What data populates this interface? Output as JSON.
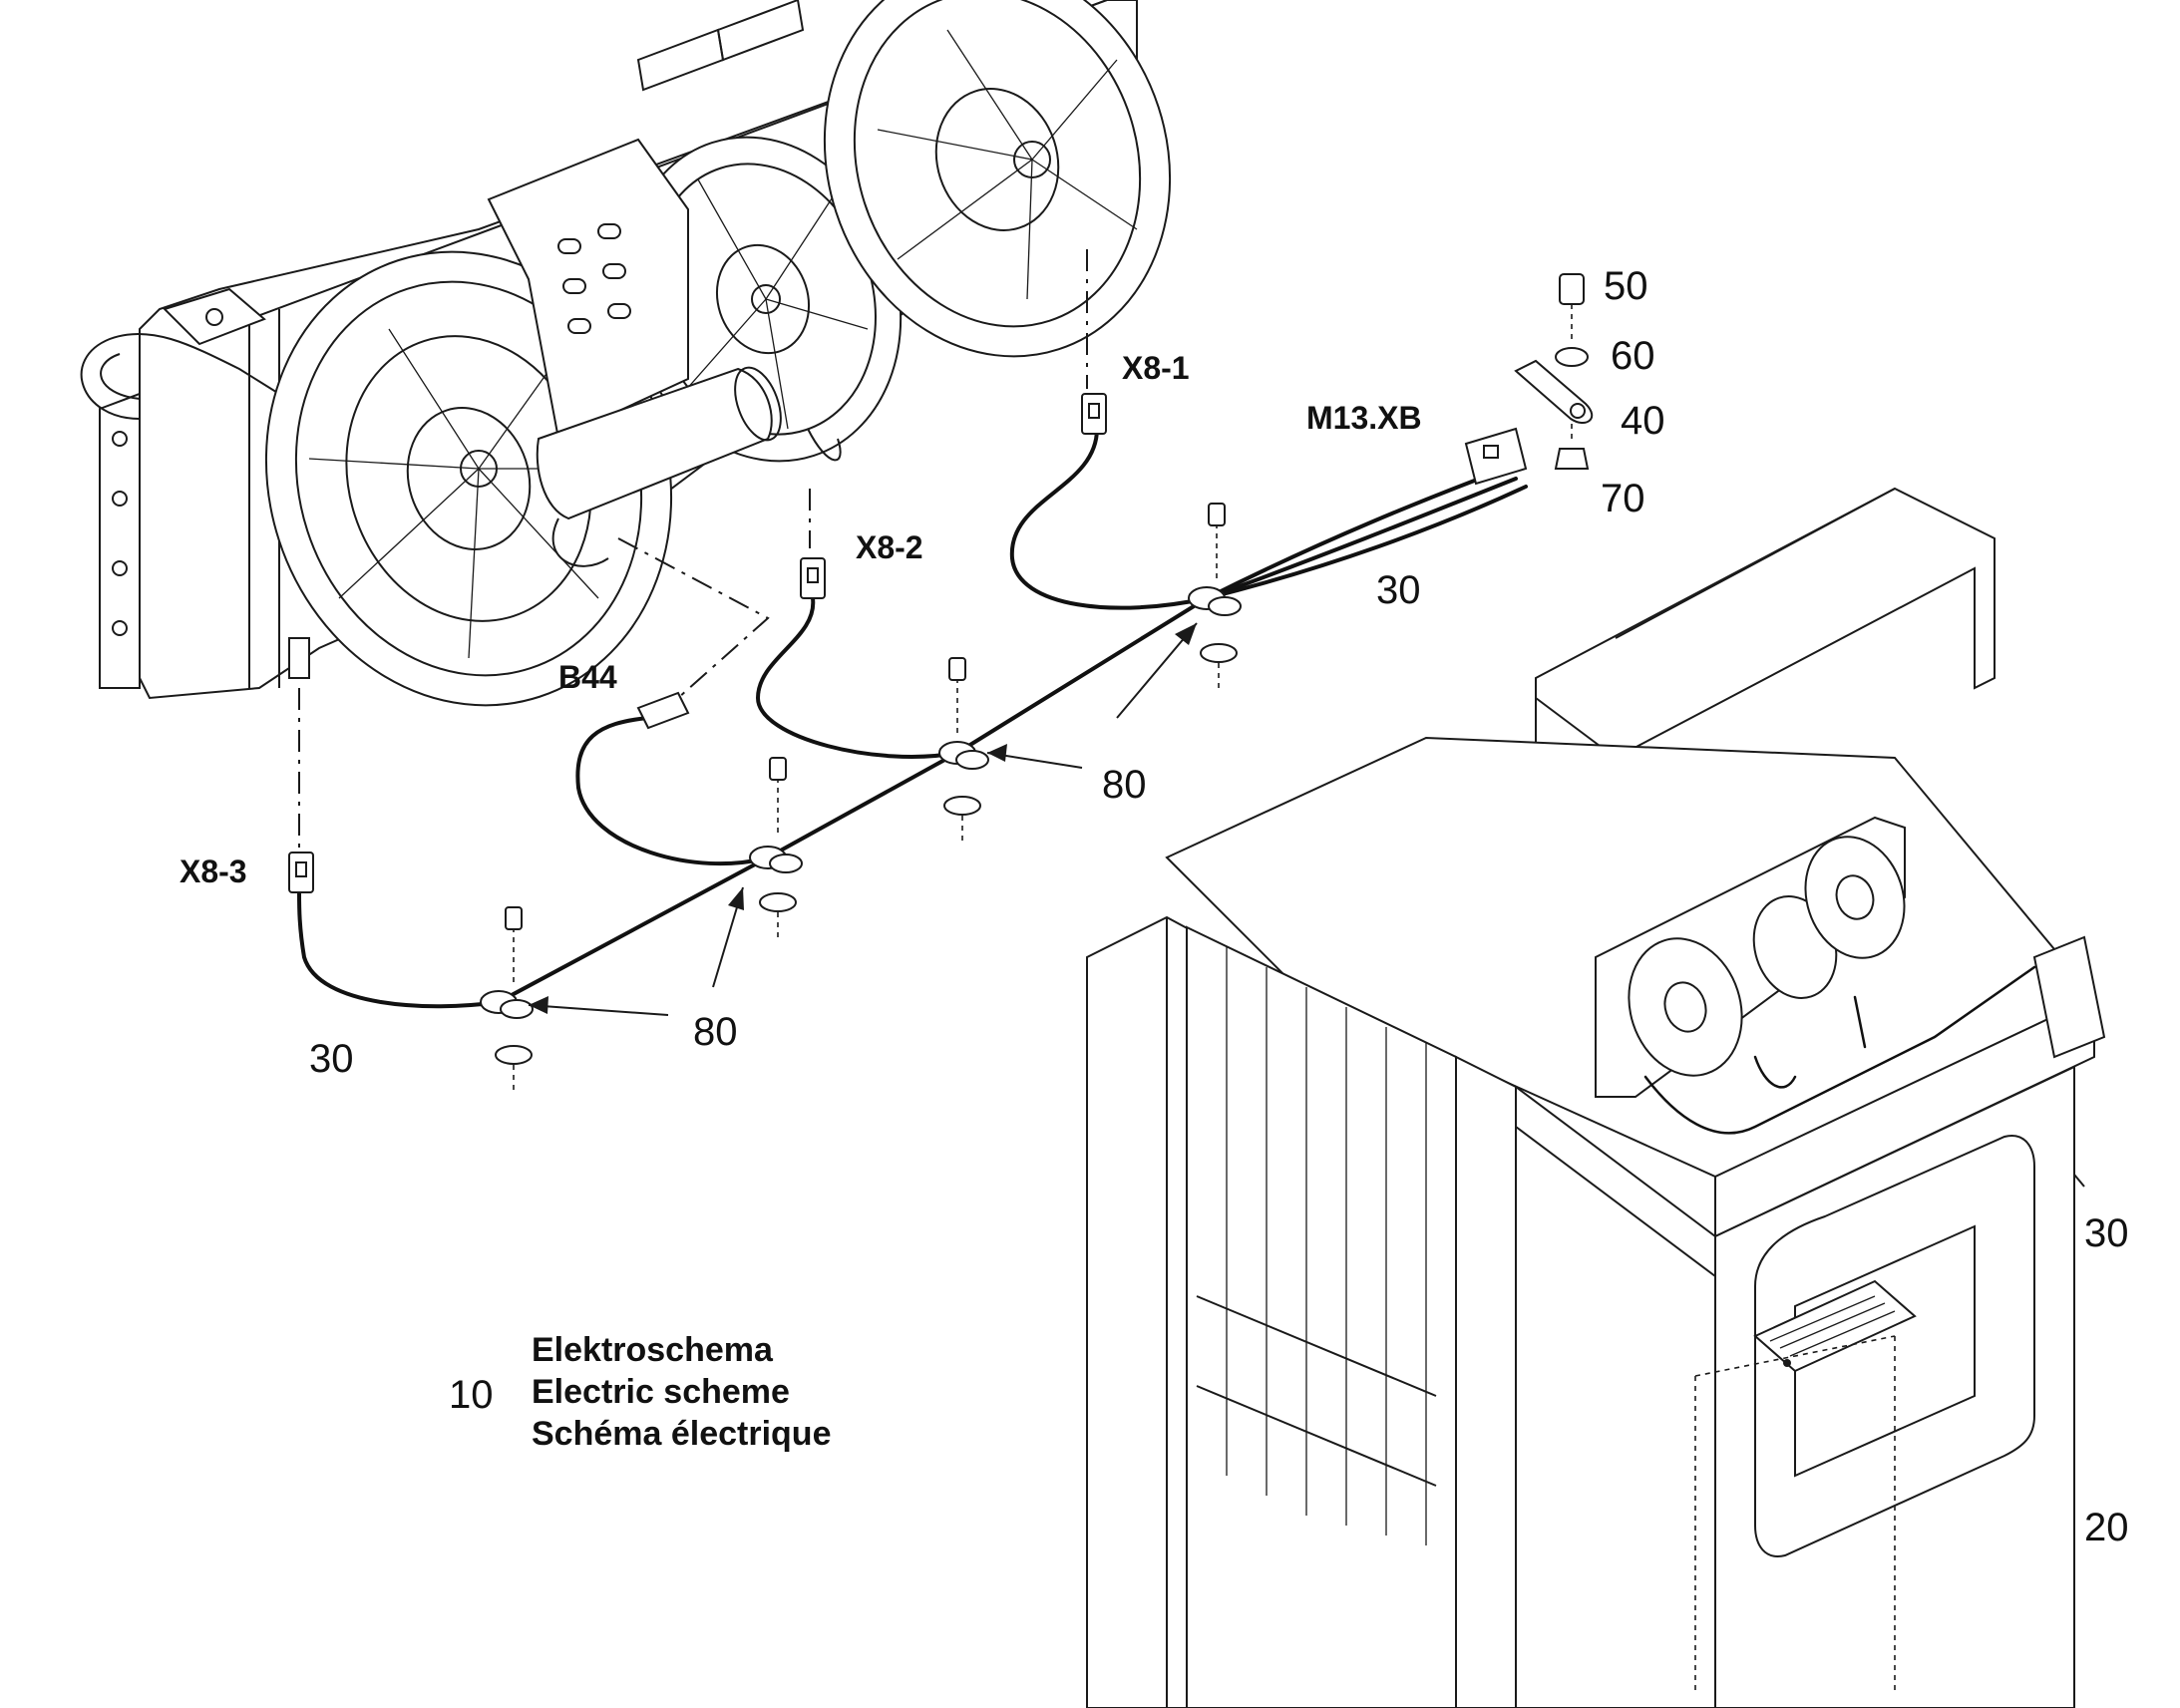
{
  "connectors": {
    "x8_1": "X8-1",
    "x8_2": "X8-2",
    "x8_3": "X8-3",
    "b44": "B44",
    "m13xb": "M13.XB"
  },
  "callouts": {
    "c50": "50",
    "c60": "60",
    "c40": "40",
    "c70": "70",
    "c30_harness": "30",
    "c30_left": "30",
    "c30_right": "30",
    "c80_upper": "80",
    "c80_lower": "80",
    "c20": "20"
  },
  "legend": {
    "number": "10",
    "lines": [
      "Elektroschema",
      "Electric scheme",
      "Schéma électrique"
    ]
  },
  "colors": {
    "line": "#1a1a1a",
    "background": "#ffffff"
  }
}
